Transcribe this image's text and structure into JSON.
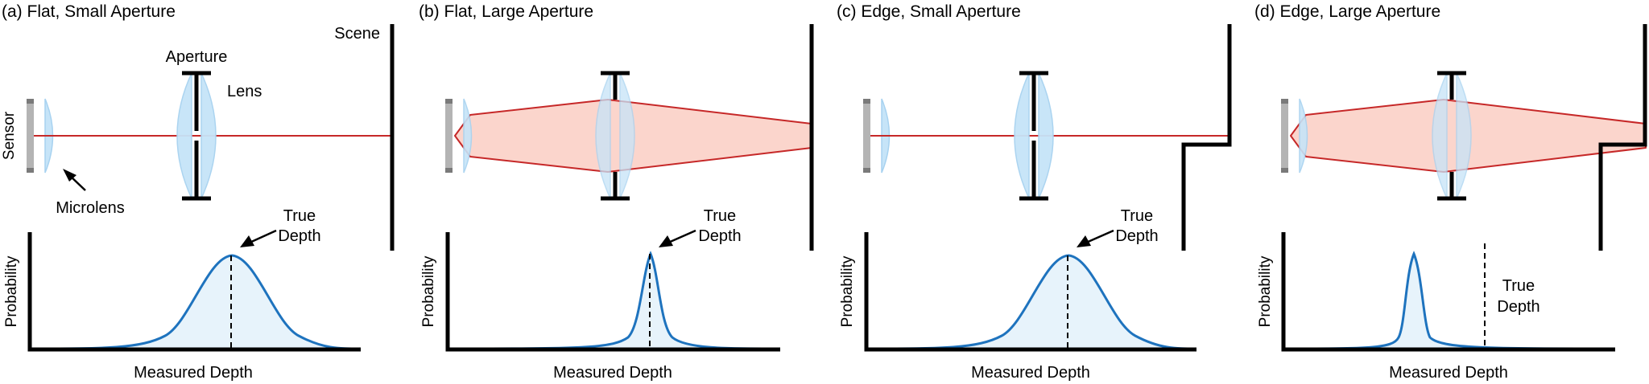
{
  "colors": {
    "ray": "#c62828",
    "cone_fill": "#fbd5cc",
    "lens_fill": "#c6e4f8",
    "lens_stroke": "#a7d2f0",
    "curve": "#1e73be",
    "curve_fill": "#e7f3fb",
    "sensor_light": "#b4b4b4",
    "sensor_dark": "#7a7a7a",
    "ink": "#000000"
  },
  "labels": {
    "aperture": "Aperture",
    "lens": "Lens",
    "scene": "Scene",
    "sensor": "Sensor",
    "microlens": "Microlens",
    "true_depth_1": "True",
    "true_depth_2": "Depth",
    "y_axis": "Probability",
    "x_axis": "Measured Depth"
  },
  "panels": [
    {
      "title": "(a) Flat, Small Aperture",
      "scene": "flat",
      "aperture": "small"
    },
    {
      "title": "(b) Flat, Large Aperture",
      "scene": "flat",
      "aperture": "large"
    },
    {
      "title": "(c) Edge, Small Aperture",
      "scene": "edge",
      "aperture": "small"
    },
    {
      "title": "(d) Edge, Large Aperture",
      "scene": "edge",
      "aperture": "large"
    }
  ]
}
